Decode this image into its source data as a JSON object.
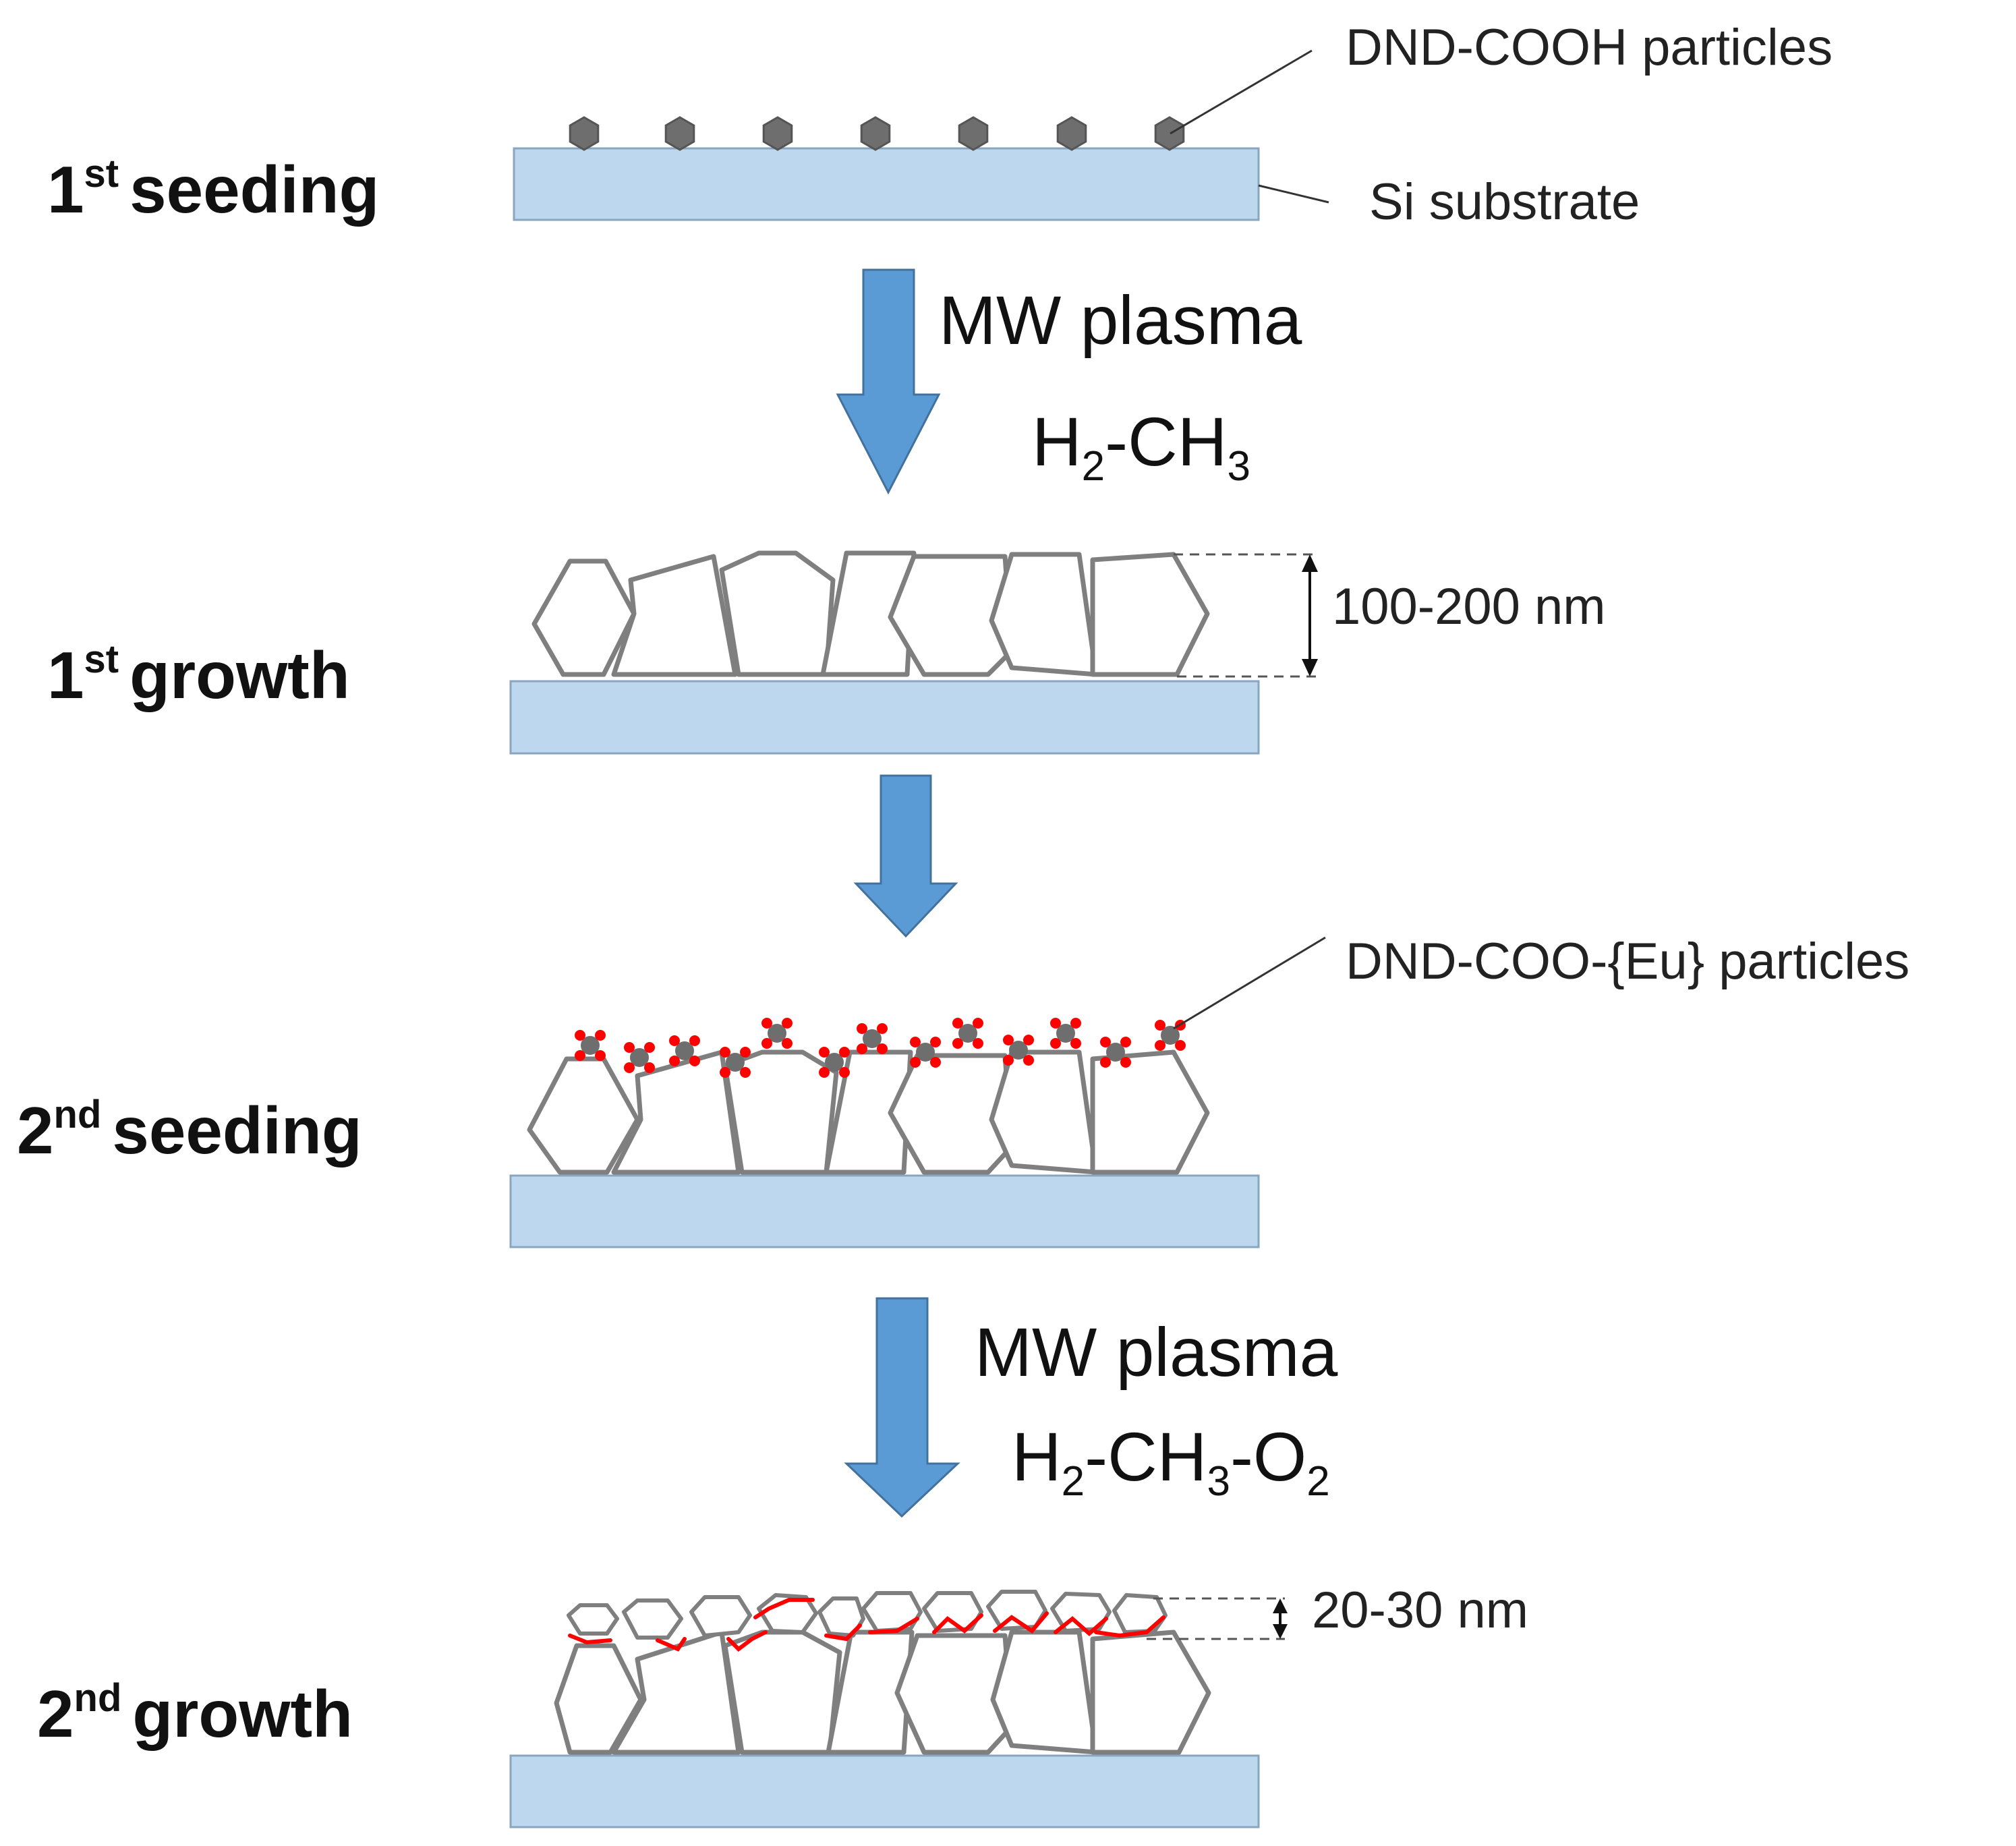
{
  "steps": {
    "seeding1": {
      "num": "1",
      "sup": "st",
      "word": "seeding"
    },
    "growth1": {
      "num": "1",
      "sup": "st",
      "word": "growth"
    },
    "seeding2": {
      "num": "2",
      "sup": "nd",
      "word": "seeding"
    },
    "growth2": {
      "num": "2",
      "sup": "nd",
      "word": "growth"
    }
  },
  "labels": {
    "dnd_cooh": "DND-COOH particles",
    "si_substrate": "Si substrate",
    "dnd_coo_eu": "DND-COO-{Eu} particles"
  },
  "process1": {
    "title": "MW plasma",
    "gas": [
      {
        "t": "H",
        "s": "2"
      },
      {
        "t": "-CH",
        "s": "3"
      }
    ]
  },
  "process2": {
    "title": "MW plasma",
    "gas": [
      {
        "t": "H",
        "s": "2"
      },
      {
        "t": "-CH",
        "s": "3"
      },
      {
        "t": "-O",
        "s": "2"
      }
    ]
  },
  "dimensions": {
    "thickness1": "100-200 nm",
    "thickness2": "20-30 nm"
  },
  "colors": {
    "substrate_fill": "#bdd7ee",
    "substrate_stroke": "#8aa5bf",
    "grain_stroke": "#7f7f7f",
    "particle_fill": "#6e6e6e",
    "eu_red": "#ff0000",
    "arrow_blue": "#5b9bd5",
    "arrow_stroke": "#41719c"
  }
}
